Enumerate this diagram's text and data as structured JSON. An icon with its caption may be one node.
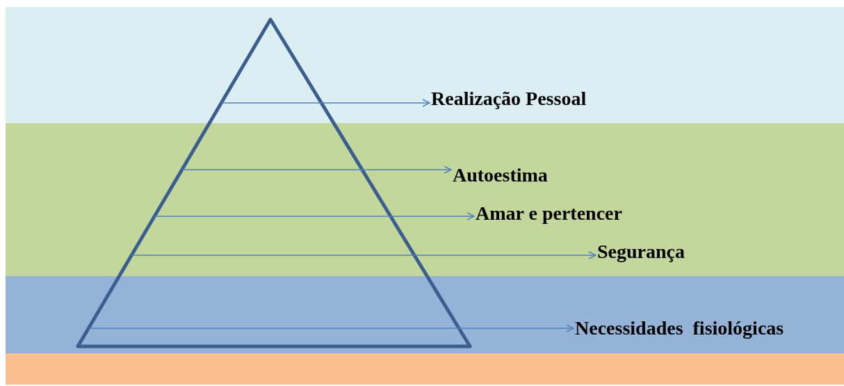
{
  "diagram": {
    "nodes": [
      {
        "text": [],
        "shape": "triangle"
      },
      {
        "text": [
          "Realização Pessoal"
        ]
      },
      {
        "text": [
          "Autoestima"
        ]
      },
      {
        "text": [
          "Amar e pertencer"
        ]
      },
      {
        "text": [
          "Segurança"
        ]
      },
      {
        "text": [
          "Necessidades  fisiológicas"
        ]
      }
    ],
    "edges": [
      {
        "from": 0,
        "to": 1,
        "arrow": "to"
      },
      {
        "from": 0,
        "to": 2,
        "arrow": "to"
      },
      {
        "from": 0,
        "to": 3,
        "arrow": "to"
      },
      {
        "from": 0,
        "to": 4,
        "arrow": "to"
      },
      {
        "from": 0,
        "to": 5,
        "arrow": "to"
      }
    ]
  }
}
